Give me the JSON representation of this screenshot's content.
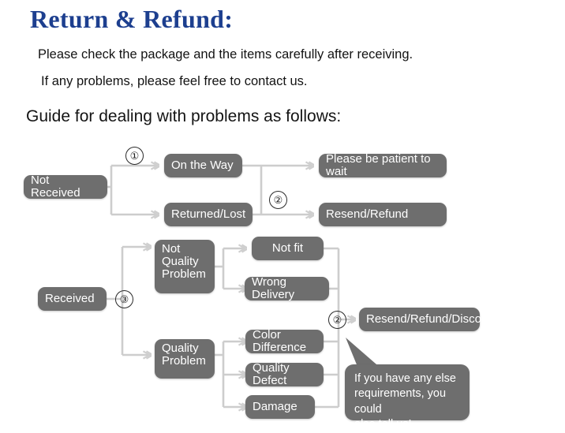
{
  "header": {
    "title": "Return & Refund:",
    "line1": "Please check the package and the items carefully after receiving.",
    "line2": "If any problems, please feel free to contact us.",
    "guide": "Guide for dealing with problems as follows:"
  },
  "colors": {
    "title": "#1d3f8f",
    "node_fill": "#6e6e6e",
    "node_text": "#ffffff",
    "wire": "#c9c9c9",
    "body_text": "#131313"
  },
  "flow": {
    "nodes": {
      "not_received": "Not Received",
      "on_the_way": "On the Way",
      "returned_lost": "Returned/Lost",
      "please_wait": "Please be patient to wait",
      "resend_refund": "Resend/Refund",
      "received": "Received",
      "not_quality_problem": "Not\nQuality\nProblem",
      "quality_problem": "Quality\nProblem",
      "not_fit": "Not fit",
      "wrong_delivery": "Wrong Delivery",
      "color_difference": "Color Difference",
      "quality_defect": "Quality Defect",
      "damage": "Damage",
      "resend_refund_discount": "Resend/Refund/Discount"
    },
    "markers": {
      "one": "①",
      "two_top": "②",
      "three": "③",
      "two_bottom": "②"
    },
    "callout": "If you have any else\nrequirements, you could\nalso tell us!"
  }
}
